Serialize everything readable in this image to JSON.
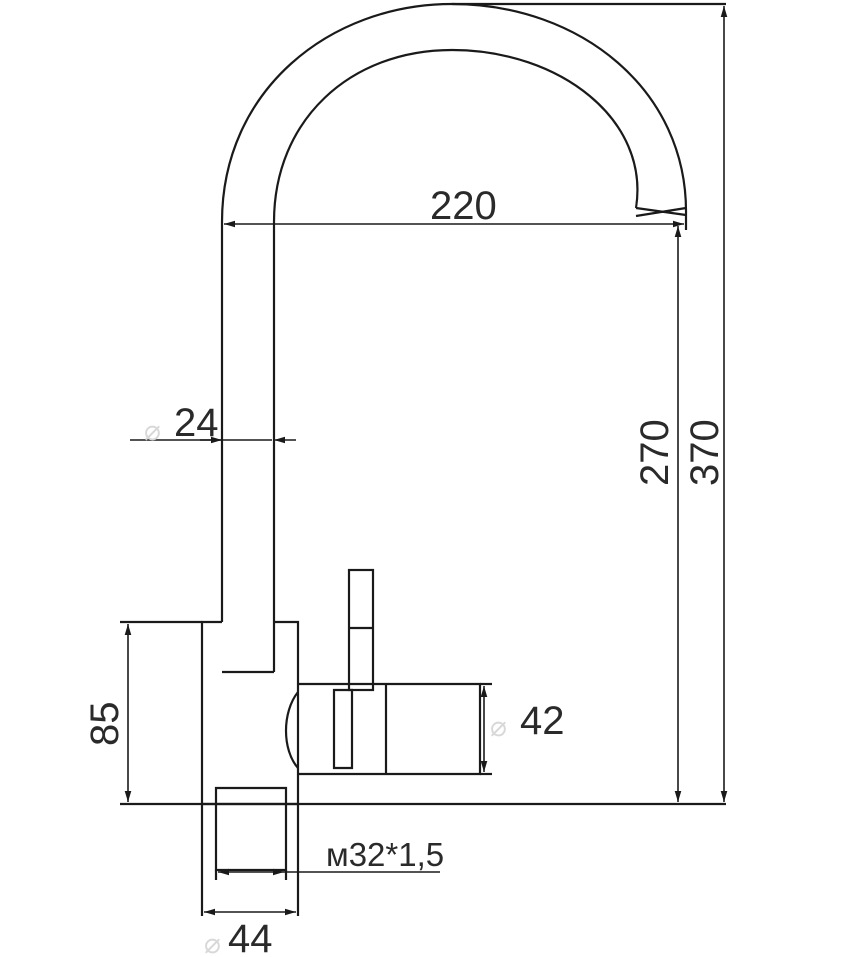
{
  "diagram": {
    "line_color": "#1a1a1a",
    "diameter_symbol": "⌀",
    "dimensions": {
      "spout_reach": "220",
      "spout_diameter": "24",
      "spout_height": "270",
      "total_height": "370",
      "body_height": "85",
      "handle_diameter": "42",
      "thread": "м32*1,5",
      "base_diameter": "44"
    }
  }
}
